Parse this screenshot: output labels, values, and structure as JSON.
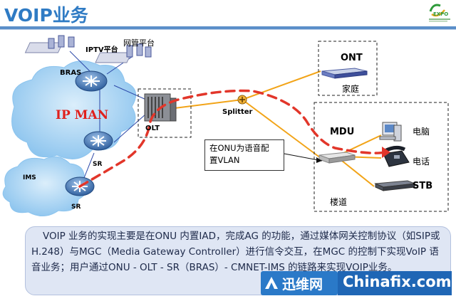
{
  "title": "VOIP业务",
  "logo": {
    "name": "expo-logo",
    "text": "EXPO",
    "colors": [
      "#2e9a3a",
      "#e6a81a"
    ]
  },
  "nodes": {
    "iptv": "IPTV平台",
    "nms": "网管平台",
    "bras": "BRAS",
    "ipman": "IP MAN",
    "olt": "OLT",
    "sr1": "SR",
    "ims": "IMS",
    "sr2": "SR",
    "splitter": "Splitter",
    "ont": "ONT",
    "home": "家庭",
    "mdu": "MDU",
    "pc": "电脑",
    "phone": "电话",
    "stb": "STB",
    "building": "楼道"
  },
  "callout": {
    "line1": "在ONU为语音配",
    "line2": "置VLAN"
  },
  "note": "VOIP 业务的实现主要是在ONU 内置IAD，完成AG 的功能，通过媒体网关控制协议（如SIP或H.248）与MGC（Media Gateway Controller）进行信令交互，在MGC 的控制下实现VoIP 语音业务；用户通过ONU - OLT - SR（BRAS）- CMNET-IMS 的链路来实现VOIP业务。",
  "watermark": {
    "left": "迅维网",
    "right": "Chinafix.com"
  },
  "colors": {
    "title": "#2f7bc4",
    "fiber": "#f2a418",
    "voice_path": "#e2362a",
    "cloud": "#a8d3f3",
    "note_bg": "#dfe6f4"
  }
}
